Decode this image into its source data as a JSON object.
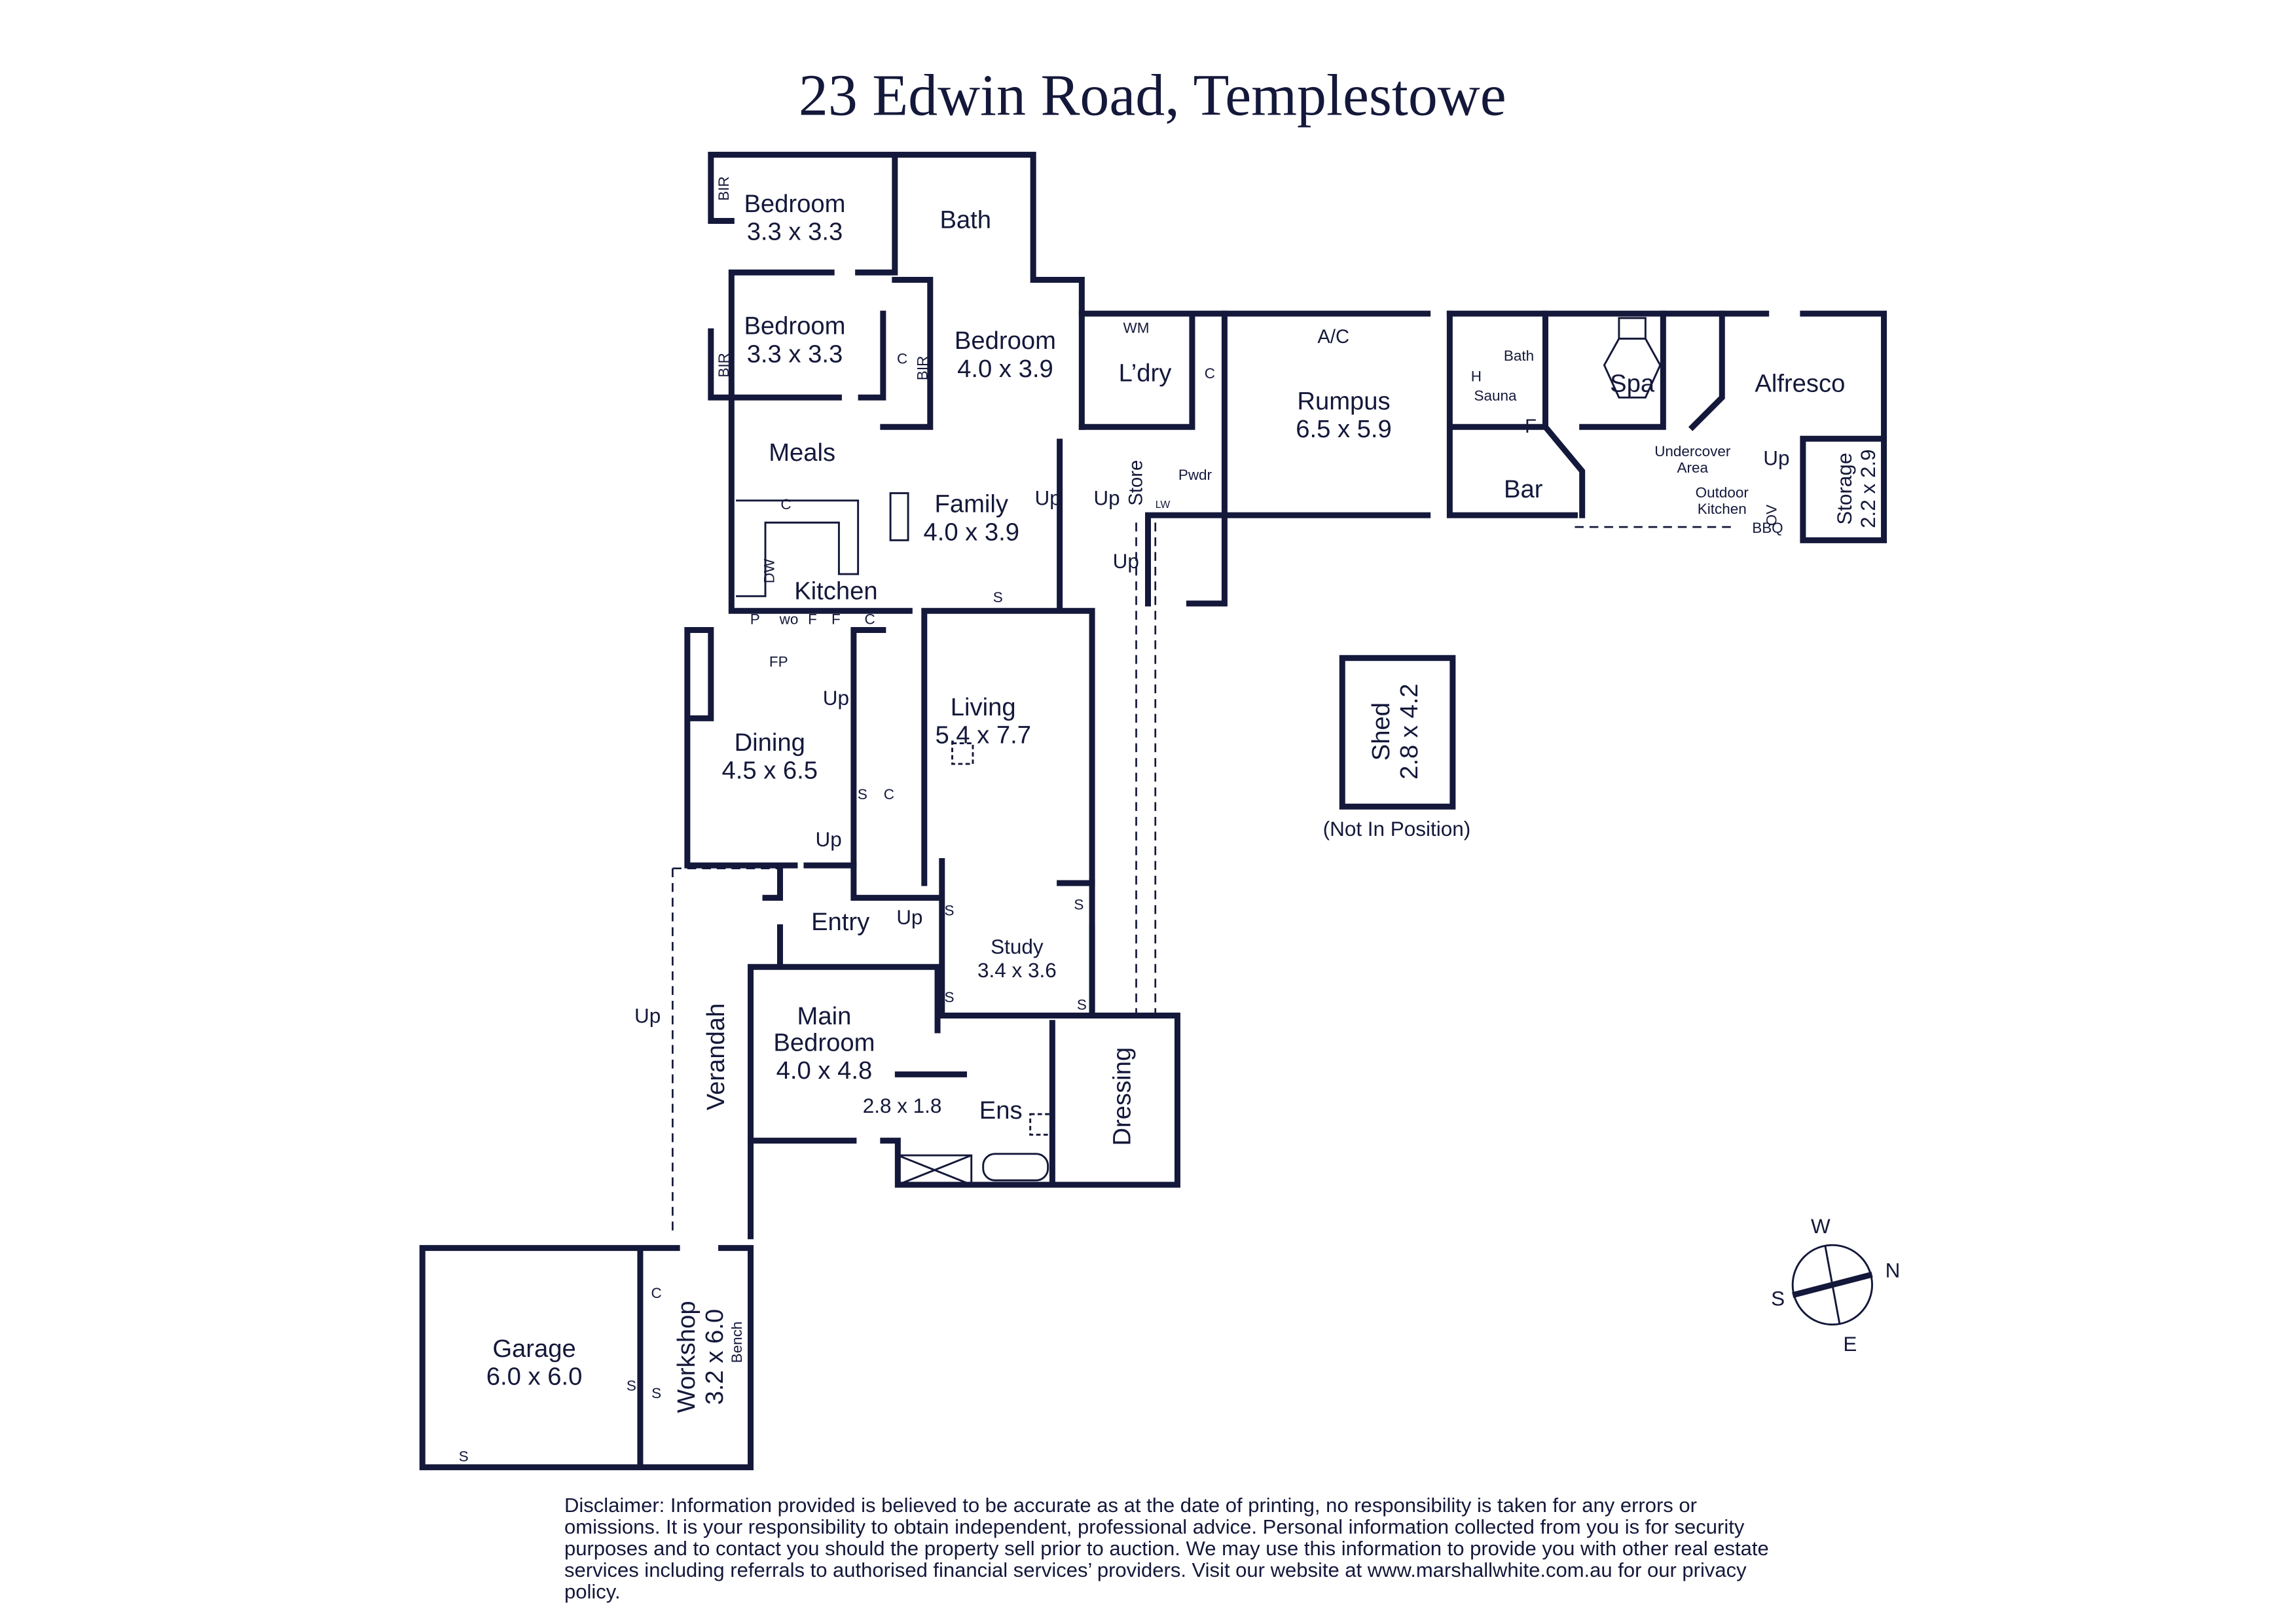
{
  "title": "23 Edwin Road, Templestowe",
  "rooms": {
    "bedroom1": {
      "name": "Bedroom",
      "size": "3.3 x 3.3"
    },
    "bedroom2": {
      "name": "Bedroom",
      "size": "3.3 x 3.3"
    },
    "bedroom3": {
      "name": "Bedroom",
      "size": "4.0 x 3.9"
    },
    "bath": "Bath",
    "laundry": "L’dry",
    "rumpus": {
      "name": "Rumpus",
      "size": "6.5 x 5.9"
    },
    "meals": "Meals",
    "family": {
      "name": "Family",
      "size": "4.0 x 3.9"
    },
    "kitchen": "Kitchen",
    "store": "Store",
    "powder": "Pwdr",
    "living": {
      "name": "Living",
      "size": "5.4 x 7.7"
    },
    "dining": {
      "name": "Dining",
      "size": "4.5 x 6.5"
    },
    "entry": "Entry",
    "study": {
      "name": "Study",
      "size": "3.4 x 3.6"
    },
    "main_bedroom": {
      "name1": "Main",
      "name2": "Bedroom",
      "size": "4.0 x 4.8"
    },
    "ensuite": {
      "name": "Ens",
      "size": "2.8 x 1.8"
    },
    "dressing": "Dressing",
    "verandah": "Verandah",
    "garage": {
      "name": "Garage",
      "size": "6.0 x 6.0"
    },
    "workshop": {
      "name": "Workshop",
      "size": "3.2 x 6.0"
    },
    "bench": "Bench",
    "outdoor_bath": "Bath",
    "sauna": "Sauna",
    "bar": "Bar",
    "spa": "Spa",
    "alfresco": "Alfresco",
    "undercover": {
      "line1": "Undercover",
      "line2": "Area"
    },
    "outdoor_kitchen": {
      "line1": "Outdoor",
      "line2": "Kitchen"
    },
    "bbq": "BBQ",
    "storage": {
      "name": "Storage",
      "size": "2.2 x 2.9"
    },
    "shed": {
      "name": "Shed",
      "size": "2.8 x 4.2",
      "note": "(Not In Position)"
    }
  },
  "fixtures": {
    "bir": "BIR",
    "c": "C",
    "s": "S",
    "wm": "WM",
    "ac": "A/C",
    "up": "Up",
    "dw": "DW",
    "p": "P",
    "wo": "wo",
    "f": "F",
    "fp": "FP",
    "h": "H",
    "ov": "OV",
    "lw": "LW"
  },
  "compass": {
    "n": "N",
    "s": "S",
    "e": "E",
    "w": "W"
  },
  "disclaimer": "Disclaimer: Information provided is believed to be accurate as at the date of printing, no responsibility is taken for any errors or omissions. It is your responsibility to obtain independent, professional advice. Personal information collected from you is for security purposes and to contact you should the property sell prior to auction. We may use this information to provide you with other real estate services including referrals to authorised financial services’ providers. Visit our website at www.marshallwhite.com.au for our privacy policy.",
  "colors": {
    "ink": "#14183a"
  }
}
